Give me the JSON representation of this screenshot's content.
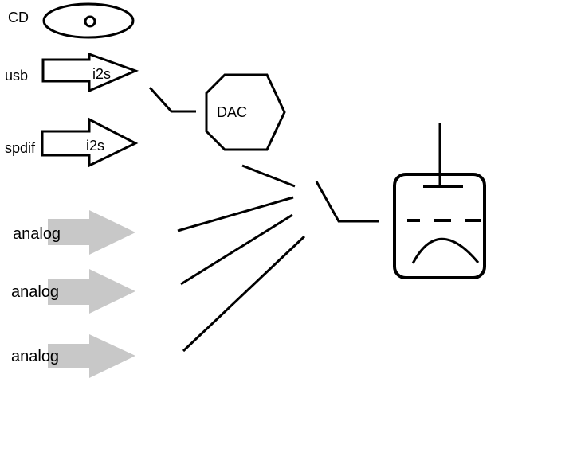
{
  "sources": {
    "cd": "CD",
    "usb": "usb",
    "spdif": "spdif",
    "analog_1": "analog",
    "analog_2": "analog",
    "analog_3": "analog"
  },
  "arrows": {
    "usb_arrow_label": "i2s",
    "spdif_arrow_label": "i2s"
  },
  "dac_label": "DAC",
  "colors": {
    "stroke": "#000000",
    "analog_arrow": "#c8c8c8",
    "background": "#ffffff"
  }
}
